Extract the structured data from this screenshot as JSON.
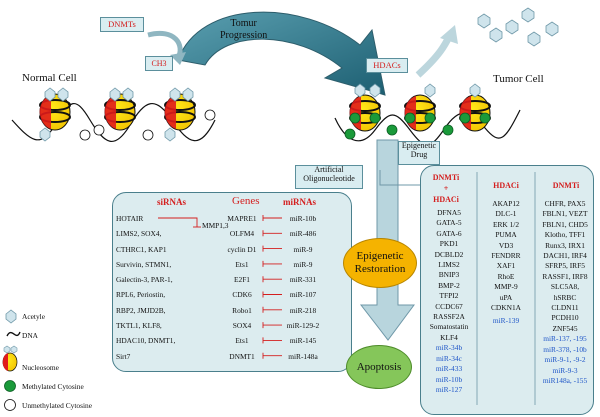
{
  "top": {
    "normal_cell": "Normal Cell",
    "tumor_cell": "Tumor Cell",
    "tumor_progression": "Tomur\nProgression",
    "dnmts": "DNMTs",
    "ch3": "CH3",
    "hdacs": "HDACs",
    "epigenetic_drug": "Epigenetic\nDrug",
    "artificial_oligo": "Artificial\nOligonucleotide"
  },
  "center": {
    "epigenetic_restoration": "Epigenetic\nRestoration",
    "apoptosis": "Apoptosis"
  },
  "legend": {
    "acetyle": "Acetyle",
    "dna": "DNA",
    "nucleosome": "Nucleosome",
    "methylated": "Methylated Cytosine",
    "unmethylated": "Unmethylated Cytosine"
  },
  "left_panel": {
    "headers": {
      "sirnas": "siRNAs",
      "genes": "Genes",
      "mirnas": "miRNAs"
    },
    "sirnas": [
      "HOTAIR",
      "LIMS2, SOX4,",
      "CTHRC1, KAP1",
      "Survivin, STMN1,",
      "Galectin-3, PAR-1,",
      "RPL6, Periostin,",
      "RBP2, JMJD2B,",
      "TKTL1, KLF8,",
      "HDAC10, DNMT1,",
      "Sirt7"
    ],
    "mmp": "MMP1,3",
    "genes": [
      "MAPRE1",
      "OLFM4",
      "cyclin D1",
      "Ets1",
      "E2F1",
      "CDK6",
      "Robo1",
      "SOX4",
      "Ets1",
      "DNMT1"
    ],
    "mirnas": [
      "miR-10b",
      "miR-486",
      "miR-9",
      "miR-9",
      "miR-331",
      "miR-107",
      "miR-218",
      "miR-129-2",
      "miR-145",
      "miR-148a"
    ]
  },
  "right_panel": {
    "col1_header": "DNMTi\n+\nHDACi",
    "col1": [
      "DFNA5",
      "GATA-5",
      "GATA-6",
      "PKD1",
      "DCBLD2",
      "LIMS2",
      "BNIP3",
      "BMP-2",
      "TFPI2",
      "CCDC67",
      "RASSF2A",
      "Somatostatin",
      "KLF4"
    ],
    "col1_mir": [
      "miR-34b",
      "miR-34c",
      "miR-433",
      "miR-10b",
      "miR-127"
    ],
    "col2_header": "HDACi",
    "col2": [
      "AKAP12",
      "DLC-1",
      "ERK 1/2",
      "PUMA",
      "VD3",
      "FENDRR",
      "XAF1",
      "RhoE",
      "MMP-9",
      "uPA",
      "CDKN1A"
    ],
    "col2_mir": [
      "miR-139"
    ],
    "col3_header": "DNMTi",
    "col3": [
      "CHFR, PAX5",
      "FBLN1, VEZT",
      "FBLN1, CHD5",
      "Klotho, TFF1",
      "Runx3, IRX1",
      "DACH1, IRF4",
      "SFRP5, IRF5",
      "RASSF1, IRF8",
      "SLC5A8,",
      "hSRBC",
      "CLDN11",
      "PCDH10",
      "ZNF545"
    ],
    "col3_mir": [
      "miR-137, -195",
      "miR-378, -10b",
      "miR-9-1, -9-2",
      "miR-9-3",
      "miR148a, -155"
    ]
  }
}
